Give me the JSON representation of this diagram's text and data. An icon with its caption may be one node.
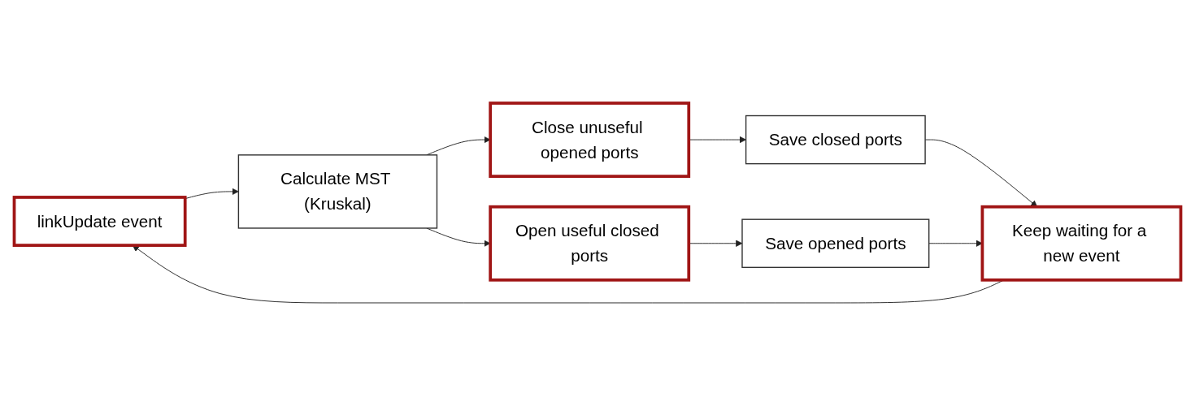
{
  "diagram": {
    "nodes": [
      {
        "text": [
          "linkUpdate event"
        ]
      },
      {
        "text": [
          "Calculate MST (Kruskal)"
        ]
      },
      {
        "text": [
          "Close unuseful opened ports"
        ]
      },
      {
        "text": [
          "Save closed ports"
        ]
      },
      {
        "text": [
          "Open useful closed ports"
        ]
      },
      {
        "text": [
          "Save opened ports"
        ]
      },
      {
        "text": [
          "Keep waiting for a new event"
        ]
      }
    ],
    "edges": [
      {
        "from": 0,
        "to": 1,
        "arrow": "to"
      },
      {
        "from": 1,
        "to": 2,
        "arrow": "to"
      },
      {
        "from": 1,
        "to": 4,
        "arrow": "to"
      },
      {
        "from": 2,
        "to": 3,
        "arrow": "to"
      },
      {
        "from": 4,
        "to": 5,
        "arrow": "to"
      },
      {
        "from": 3,
        "to": 6,
        "arrow": "to"
      },
      {
        "from": 5,
        "to": 6,
        "arrow": "to"
      },
      {
        "from": 6,
        "to": 0,
        "arrow": "to"
      }
    ]
  }
}
